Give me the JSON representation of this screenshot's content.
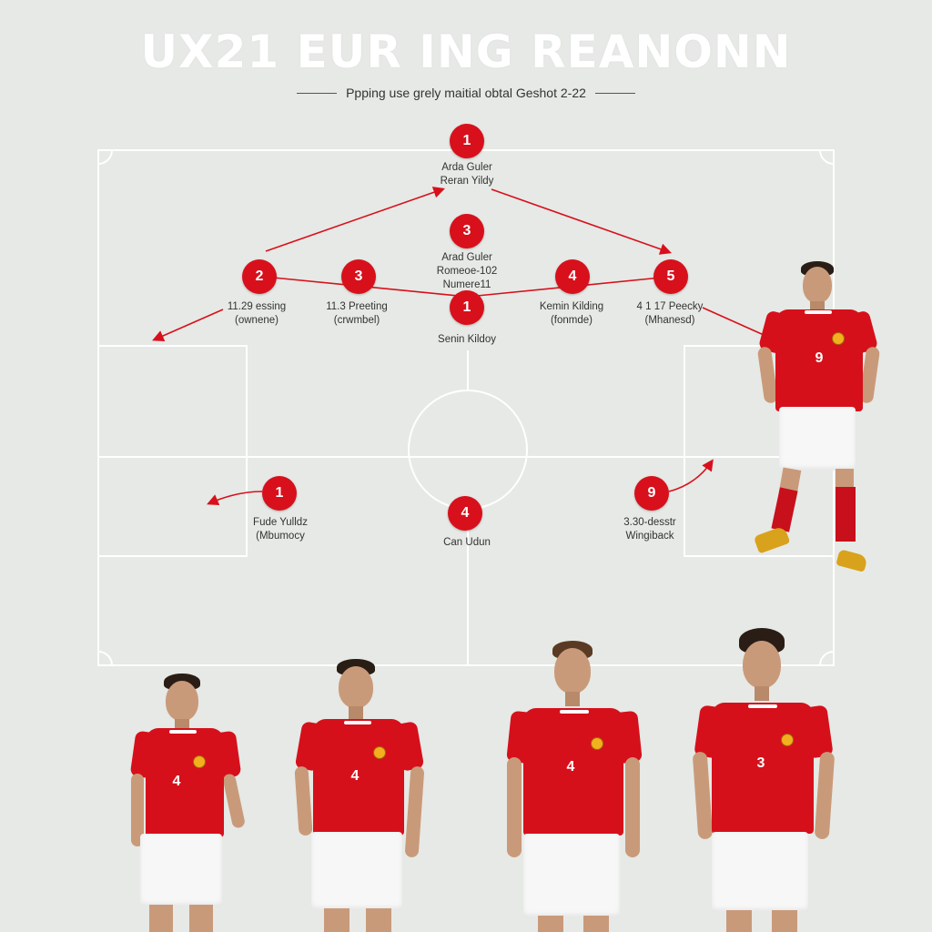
{
  "header": {
    "title": "UX21 EUR ING REANONN",
    "subtitle": "Ppping use grely maitial obtal Geshot 2-22"
  },
  "colors": {
    "background": "#e6e9e5",
    "pitch_lines": "#ffffff",
    "accent_red": "#d8101c"
  },
  "nodes": [
    {
      "number": "1",
      "label_lines": [
        "Arda Guler",
        "Reran Yildy"
      ]
    },
    {
      "number": "3",
      "label_lines": [
        "Arad Guler",
        "Romeoe-102",
        "Numere11"
      ]
    },
    {
      "number": "2",
      "label_lines": [
        "11.29 essing",
        "(ownene)"
      ]
    },
    {
      "number": "3",
      "label_lines": [
        "11.3 Preeting",
        "(crwmbel)"
      ]
    },
    {
      "number": "1",
      "label_lines": [
        "Senin Kildoy"
      ]
    },
    {
      "number": "4",
      "label_lines": [
        "Kemin Kilding",
        "(fonmde)"
      ]
    },
    {
      "number": "5",
      "label_lines": [
        "4 1 17 Peecky",
        "(Mhanesd)"
      ]
    },
    {
      "number": "1",
      "label_lines": [
        "Fude Yulldz",
        "(Mbumocy"
      ]
    },
    {
      "number": "4",
      "label_lines": [
        "Can Udun"
      ]
    },
    {
      "number": "9",
      "label_lines": [
        "3.30-desstr",
        "Wingiback"
      ]
    }
  ],
  "players": [
    {
      "shirt_number": "9",
      "pose": "standing-right"
    },
    {
      "shirt_number": "4",
      "pose": "bottom-1"
    },
    {
      "shirt_number": "4",
      "pose": "bottom-2"
    },
    {
      "shirt_number": "4",
      "pose": "bottom-3"
    },
    {
      "shirt_number": "3",
      "pose": "bottom-4"
    }
  ]
}
